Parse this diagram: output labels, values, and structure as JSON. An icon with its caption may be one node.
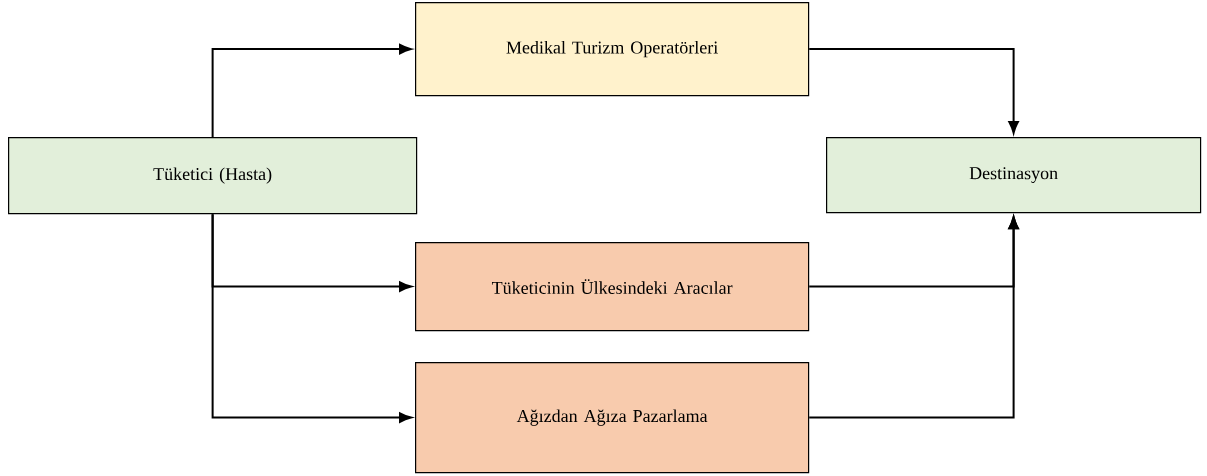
{
  "diagram": {
    "nodes": [
      {
        "text": [
          "Tüketici (Hasta)"
        ]
      },
      {
        "text": [
          "Medikal Turizm Operatörleri"
        ]
      },
      {
        "text": [
          "Destinasyon"
        ]
      },
      {
        "text": [
          "Tüketicinin Ülkesindeki Aracılar"
        ]
      },
      {
        "text": [
          "Ağızdan Ağıza Pazarlama"
        ]
      }
    ],
    "edges": [
      {
        "from": 0,
        "to": 1,
        "arrow": "to"
      },
      {
        "from": 0,
        "to": 3,
        "arrow": "to"
      },
      {
        "from": 0,
        "to": 4,
        "arrow": "to"
      },
      {
        "from": 1,
        "to": 2,
        "arrow": "to"
      },
      {
        "from": 3,
        "to": 2,
        "arrow": "to"
      },
      {
        "from": 4,
        "to": 2,
        "arrow": "to"
      }
    ]
  }
}
